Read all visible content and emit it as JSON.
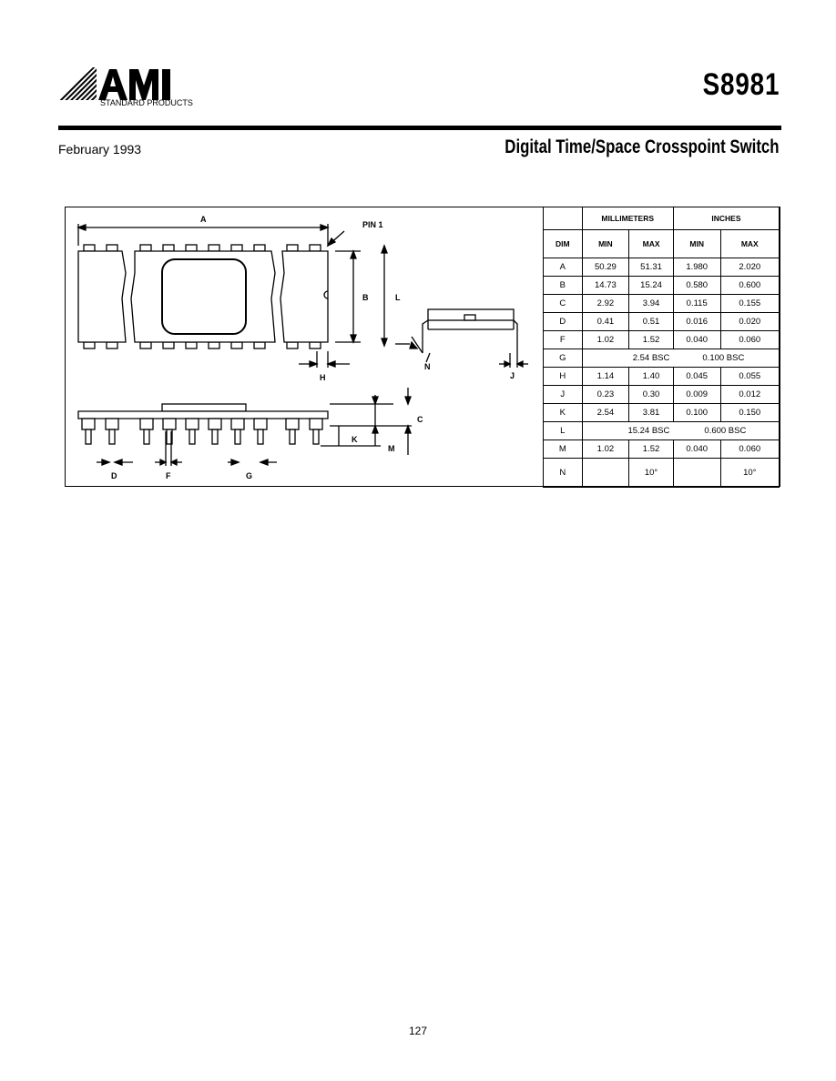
{
  "header": {
    "logo_text": "AMI",
    "logo_subtext": "STANDARD PRODUCTS",
    "part_number": "S8981",
    "date": "February 1993",
    "title": "Digital Time/Space Crosspoint Switch"
  },
  "drawing": {
    "labels": {
      "A": "A",
      "pin1": "PIN 1",
      "B": "B",
      "L": "L",
      "H": "H",
      "N": "N",
      "J": "J",
      "C": "C",
      "K": "K",
      "M": "M",
      "D": "D",
      "F": "F",
      "G": "G"
    }
  },
  "table": {
    "group_headers": [
      "MILLIMETERS",
      "INCHES"
    ],
    "columns": [
      "DIM",
      "MIN",
      "MAX",
      "MIN",
      "MAX"
    ],
    "rows": [
      {
        "dim": "A",
        "mm_min": "50.29",
        "mm_max": "51.31",
        "in_min": "1.980",
        "in_max": "2.020"
      },
      {
        "dim": "B",
        "mm_min": "14.73",
        "mm_max": "15.24",
        "in_min": "0.580",
        "in_max": "0.600"
      },
      {
        "dim": "C",
        "mm_min": "2.92",
        "mm_max": "3.94",
        "in_min": "0.115",
        "in_max": "0.155"
      },
      {
        "dim": "D",
        "mm_min": "0.41",
        "mm_max": "0.51",
        "in_min": "0.016",
        "in_max": "0.020"
      },
      {
        "dim": "F",
        "mm_min": "1.02",
        "mm_max": "1.52",
        "in_min": "0.040",
        "in_max": "0.060"
      },
      {
        "dim": "G",
        "mm_span": "2.54 BSC",
        "in_span": "0.100 BSC"
      },
      {
        "dim": "H",
        "mm_min": "1.14",
        "mm_max": "1.40",
        "in_min": "0.045",
        "in_max": "0.055"
      },
      {
        "dim": "J",
        "mm_min": "0.23",
        "mm_max": "0.30",
        "in_min": "0.009",
        "in_max": "0.012"
      },
      {
        "dim": "K",
        "mm_min": "2.54",
        "mm_max": "3.81",
        "in_min": "0.100",
        "in_max": "0.150"
      },
      {
        "dim": "L",
        "mm_span": "15.24 BSC",
        "in_span": "0.600 BSC"
      },
      {
        "dim": "M",
        "mm_min": "1.02",
        "mm_max": "1.52",
        "in_min": "0.040",
        "in_max": "0.060"
      },
      {
        "dim": "N",
        "mm_min": "",
        "mm_max": "10°",
        "in_min": "",
        "in_max": "10°"
      }
    ]
  },
  "footer": {
    "page_number": "127"
  }
}
